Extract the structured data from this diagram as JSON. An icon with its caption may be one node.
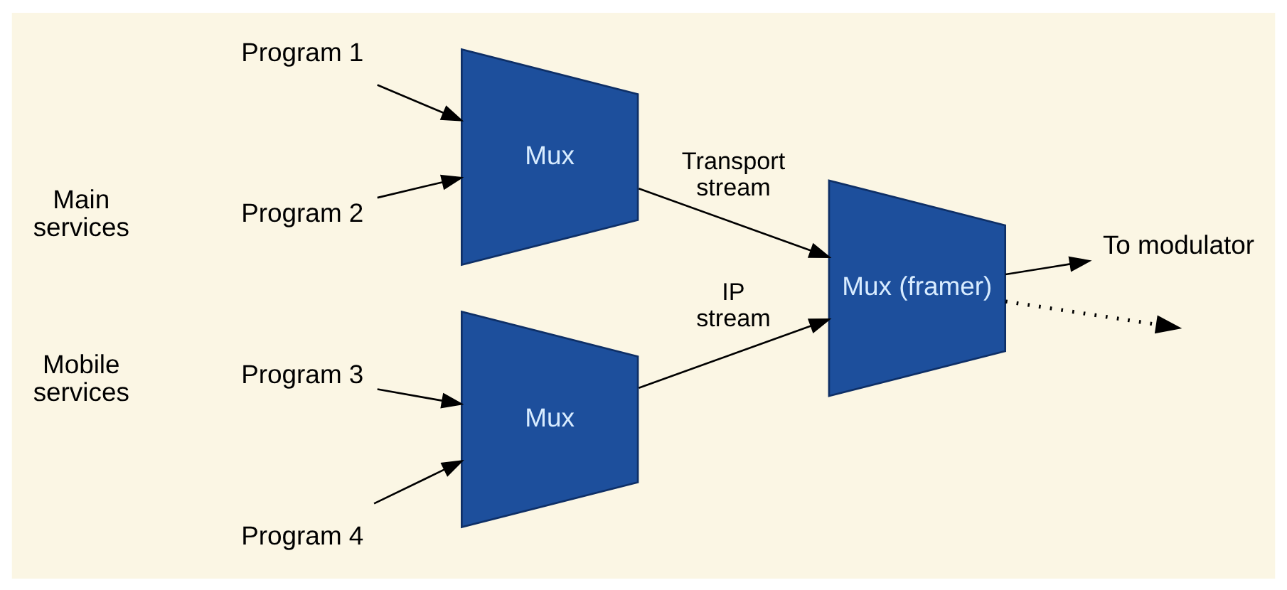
{
  "diagram": {
    "nodes": [
      {
        "text": [
          "Program 1"
        ]
      },
      {
        "text": [
          "Program 2"
        ]
      },
      {
        "text": [
          "Mux"
        ]
      },
      {
        "text": [
          "Program 3"
        ]
      },
      {
        "text": [
          "Program 4"
        ]
      },
      {
        "text": [
          "Mux"
        ]
      },
      {
        "text": [
          "Mux (framer)"
        ]
      },
      {
        "text": [
          "To modulator"
        ]
      }
    ],
    "edges": [
      {
        "from": 0,
        "to": 2,
        "arrow": "to"
      },
      {
        "from": 1,
        "to": 2,
        "arrow": "to"
      },
      {
        "from": 3,
        "to": 5,
        "arrow": "to"
      },
      {
        "from": 4,
        "to": 5,
        "arrow": "to"
      },
      {
        "from": 2,
        "to": 6,
        "arrow": "to",
        "label": "Transport stream"
      },
      {
        "from": 5,
        "to": 6,
        "arrow": "to",
        "label": "IP stream"
      },
      {
        "from": 6,
        "to": 7,
        "arrow": "to"
      },
      {
        "from": 6,
        "to": null,
        "arrow": "to",
        "style": "dashed"
      }
    ],
    "labels": [
      "Main services",
      "Mobile services"
    ]
  }
}
